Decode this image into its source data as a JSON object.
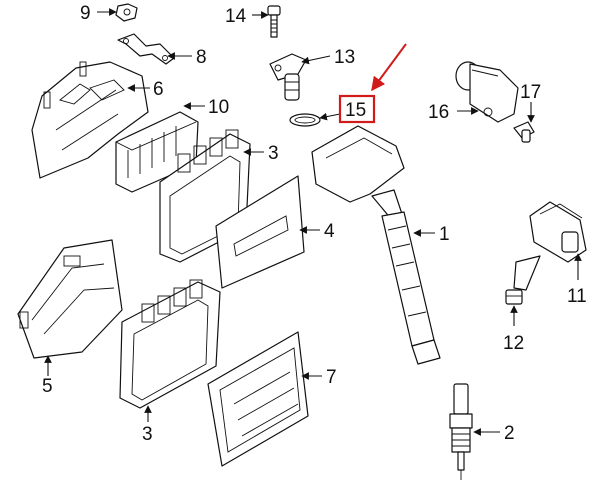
{
  "diagram": {
    "callouts": {
      "c1": "1",
      "c2": "2",
      "c3a": "3",
      "c3b": "3",
      "c4": "4",
      "c5": "5",
      "c6": "6",
      "c7": "7",
      "c8": "8",
      "c9": "9",
      "c10": "10",
      "c11": "11",
      "c12": "12",
      "c13": "13",
      "c14": "14",
      "c15": "15",
      "c16": "16",
      "c17": "17"
    },
    "highlight": {
      "callout": "15",
      "color": "#d11b1b"
    }
  }
}
